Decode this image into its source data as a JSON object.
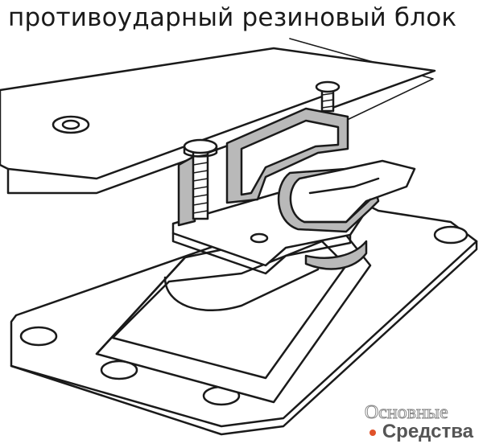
{
  "caption": {
    "text": "противоударный резиновый блок"
  },
  "watermark": {
    "line1": "Основные",
    "line2": "Средства",
    "dot_color": "#e0522a"
  },
  "colors": {
    "stroke": "#1a1a1a",
    "rubber": "#b9b9b9",
    "metal": "#ffffff"
  }
}
